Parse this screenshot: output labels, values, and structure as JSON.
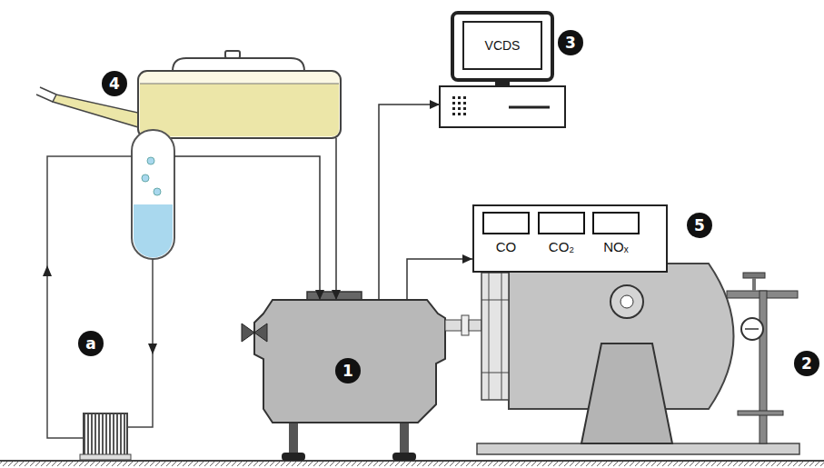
{
  "diagram": {
    "nodes": [
      {
        "text": [
          "1"
        ]
      },
      {
        "text": [
          "2"
        ]
      },
      {
        "text": [
          "VCDS",
          "3"
        ]
      },
      {
        "text": [
          "4"
        ]
      },
      {
        "text": [
          "5"
        ]
      },
      {
        "text": [
          "CO"
        ],
        "in": 4
      },
      {
        "text": [
          "CO₂"
        ],
        "in": 4
      },
      {
        "text": [
          "NOₓ"
        ],
        "in": 4
      },
      {
        "text": [
          "a"
        ]
      }
    ],
    "edges": [
      {
        "from": 3,
        "to": 0,
        "arrow": "to"
      },
      {
        "from": 8,
        "to": 0,
        "arrow": "to"
      },
      {
        "from": 0,
        "to": 2,
        "arrow": "to"
      },
      {
        "from": 0,
        "to": 4,
        "arrow": "to"
      }
    ]
  }
}
